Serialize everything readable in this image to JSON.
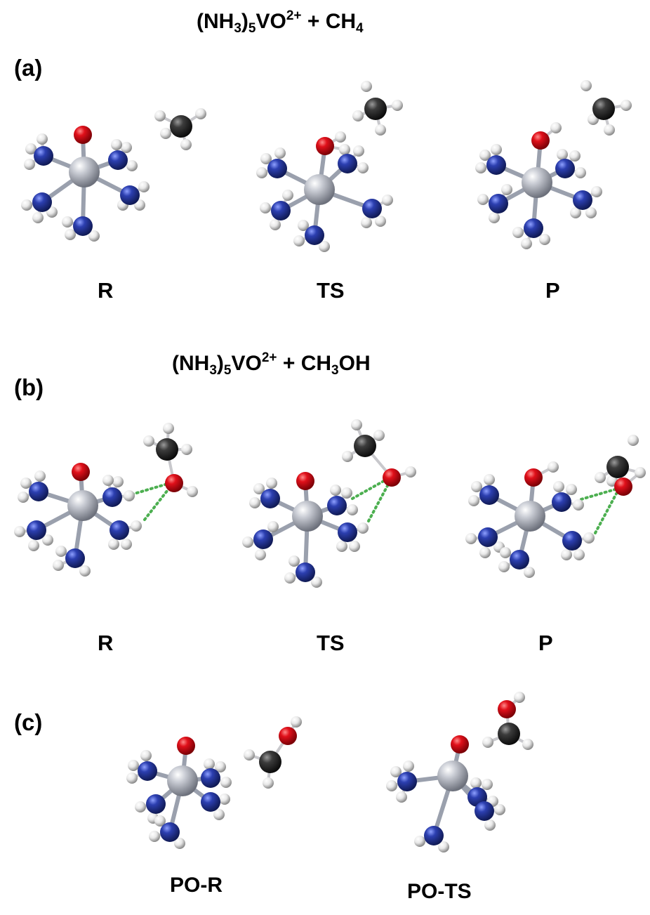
{
  "figure": {
    "section_a": {
      "panel_label": "(a)",
      "title": {
        "prefix": "(NH",
        "sub1": "3",
        "mid1": ")",
        "sub2": "5",
        "mid2": "VO",
        "sup": "2+",
        "mid3": " + CH",
        "sub3": "4",
        "suffix": ""
      },
      "structures": [
        "R",
        "TS",
        "P"
      ]
    },
    "section_b": {
      "panel_label": "(b)",
      "title": {
        "prefix": "(NH",
        "sub1": "3",
        "mid1": ")",
        "sub2": "5",
        "mid2": "VO",
        "sup": "2+",
        "mid3": " + CH",
        "sub3": "3",
        "suffix": "OH"
      },
      "structures": [
        "R",
        "TS",
        "P"
      ]
    },
    "section_c": {
      "panel_label": "(c)",
      "structures": [
        "PO-R",
        "PO-TS"
      ]
    }
  },
  "atom_colors": {
    "vanadium": "#b8bcc6",
    "oxygen": "#d8141e",
    "nitrogen": "#2d3fa8",
    "hydrogen": "#f2f2f2",
    "carbon": "#3a3a3a",
    "bond": "#9aa0ad",
    "hbond": "#4caf50"
  }
}
